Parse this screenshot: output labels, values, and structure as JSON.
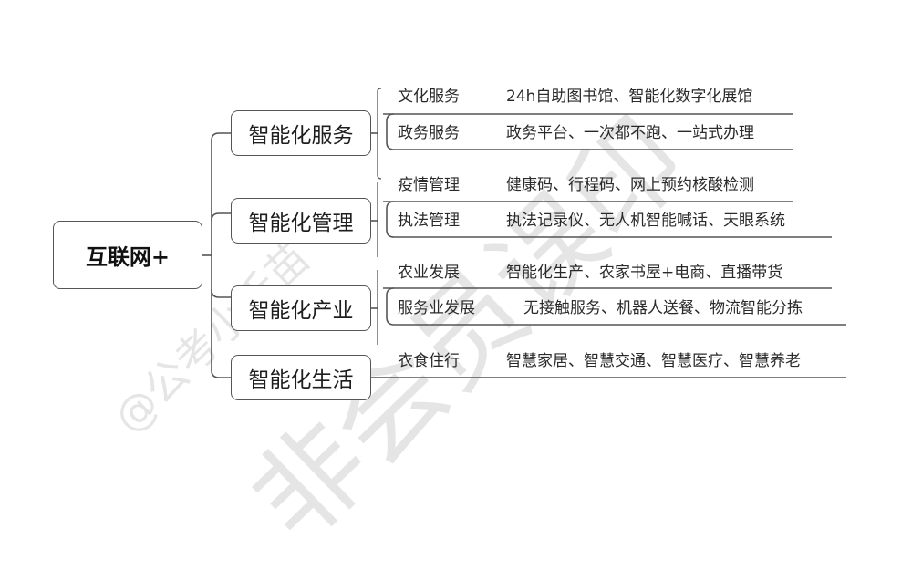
{
  "diagram": {
    "type": "mind-map",
    "root": {
      "label": "互联网+"
    },
    "branches": [
      {
        "label": "智能化服务",
        "children": [
          {
            "label": "文化服务",
            "detail": "24h自助图书馆、智能化数字化展馆"
          },
          {
            "label": "政务服务",
            "detail": "政务平台、一次都不跑、一站式办理"
          }
        ]
      },
      {
        "label": "智能化管理",
        "children": [
          {
            "label": "疫情管理",
            "detail": "健康码、行程码、网上预约核酸检测"
          },
          {
            "label": "执法管理",
            "detail": "执法记录仪、无人机智能喊话、天眼系统"
          }
        ]
      },
      {
        "label": "智能化产业",
        "children": [
          {
            "label": "农业发展",
            "detail": "智能化生产、农家书屋+电商、直播带货"
          },
          {
            "label": "服务业发展",
            "detail": "无接触服务、机器人送餐、物流智能分拣"
          }
        ]
      },
      {
        "label": "智能化生活",
        "children": [
          {
            "label": "衣食住行",
            "detail": "智慧家居、智慧交通、智慧医疗、智慧养老"
          }
        ]
      }
    ]
  },
  "watermark": {
    "text_1": "@公考小禾苗",
    "text_2": "非会员误印"
  },
  "colors": {
    "line": "#555555",
    "text": "#1a1a1a",
    "watermark": "#a0a0a0",
    "background": "#ffffff"
  }
}
